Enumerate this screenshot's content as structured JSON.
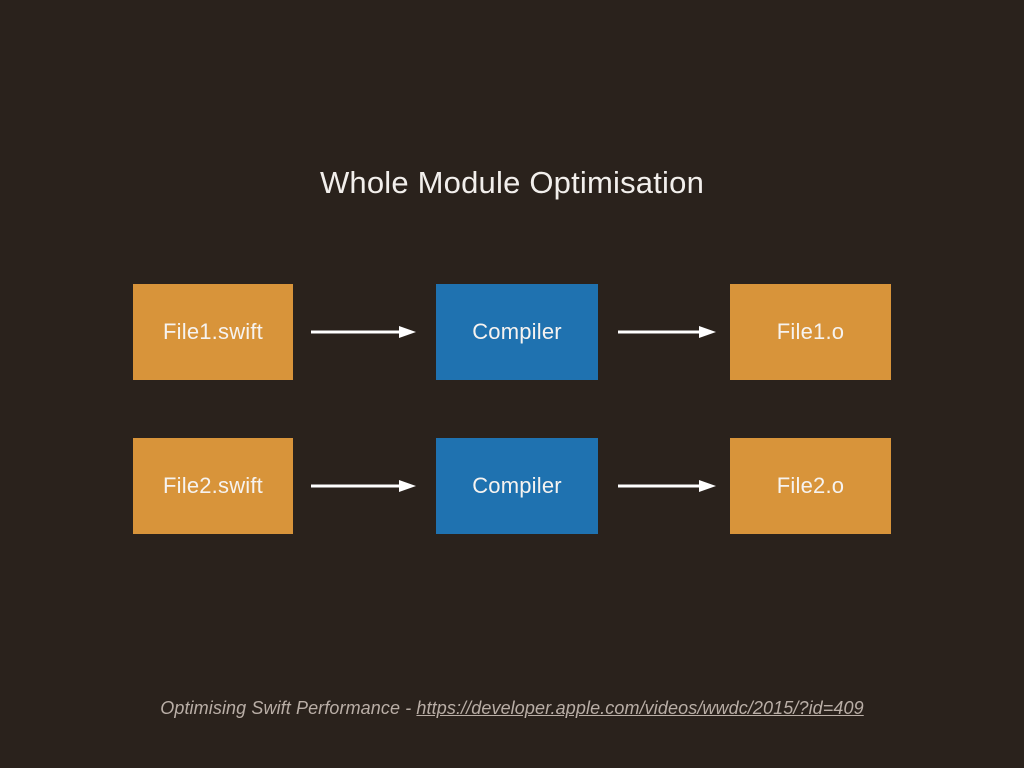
{
  "slide": {
    "title": "Whole Module Optimisation",
    "background_color": "#2a221c",
    "title_color": "#f2efec"
  },
  "diagram": {
    "type": "flow",
    "source_color": "#d8943a",
    "compiler_color": "#1f72b0",
    "arrow_color": "#ffffff",
    "rows": [
      {
        "source": "File1.swift",
        "compiler": "Compiler",
        "output": "File1.o",
        "arrow_1": "arrow-right",
        "arrow_2": "arrow-right"
      },
      {
        "source": "File2.swift",
        "compiler": "Compiler",
        "output": "File2.o",
        "arrow_1": "arrow-right",
        "arrow_2": "arrow-right"
      }
    ]
  },
  "footer": {
    "text": "Optimising Swift Performance - ",
    "link": "https://developer.apple.com/videos/wwdc/2015/?id=409",
    "color": "#b9aea6"
  }
}
